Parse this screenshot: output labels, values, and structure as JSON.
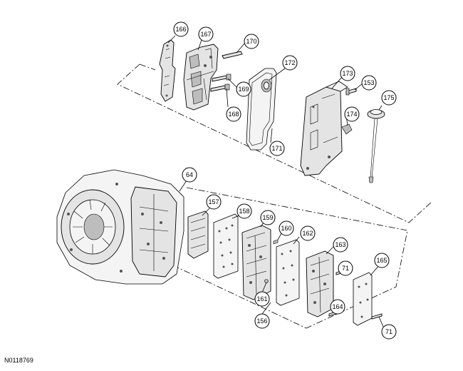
{
  "figure": {
    "reference_code": "N0118769"
  },
  "callouts": [
    {
      "id": "c166",
      "label": "166"
    },
    {
      "id": "c167",
      "label": "167"
    },
    {
      "id": "c170",
      "label": "170"
    },
    {
      "id": "c172",
      "label": "172"
    },
    {
      "id": "c173",
      "label": "173"
    },
    {
      "id": "c153",
      "label": "153"
    },
    {
      "id": "c175",
      "label": "175"
    },
    {
      "id": "c169",
      "label": "169"
    },
    {
      "id": "c168",
      "label": "168"
    },
    {
      "id": "c174",
      "label": "174"
    },
    {
      "id": "c171",
      "label": "171"
    },
    {
      "id": "c64",
      "label": "64"
    },
    {
      "id": "c157",
      "label": "157"
    },
    {
      "id": "c158",
      "label": "158"
    },
    {
      "id": "c159",
      "label": "159"
    },
    {
      "id": "c160",
      "label": "160"
    },
    {
      "id": "c162",
      "label": "162"
    },
    {
      "id": "c163",
      "label": "163"
    },
    {
      "id": "c165",
      "label": "165"
    },
    {
      "id": "c71a",
      "label": "71"
    },
    {
      "id": "c161",
      "label": "161"
    },
    {
      "id": "c164",
      "label": "164"
    },
    {
      "id": "c156",
      "label": "156"
    },
    {
      "id": "c71b",
      "label": "71"
    }
  ]
}
